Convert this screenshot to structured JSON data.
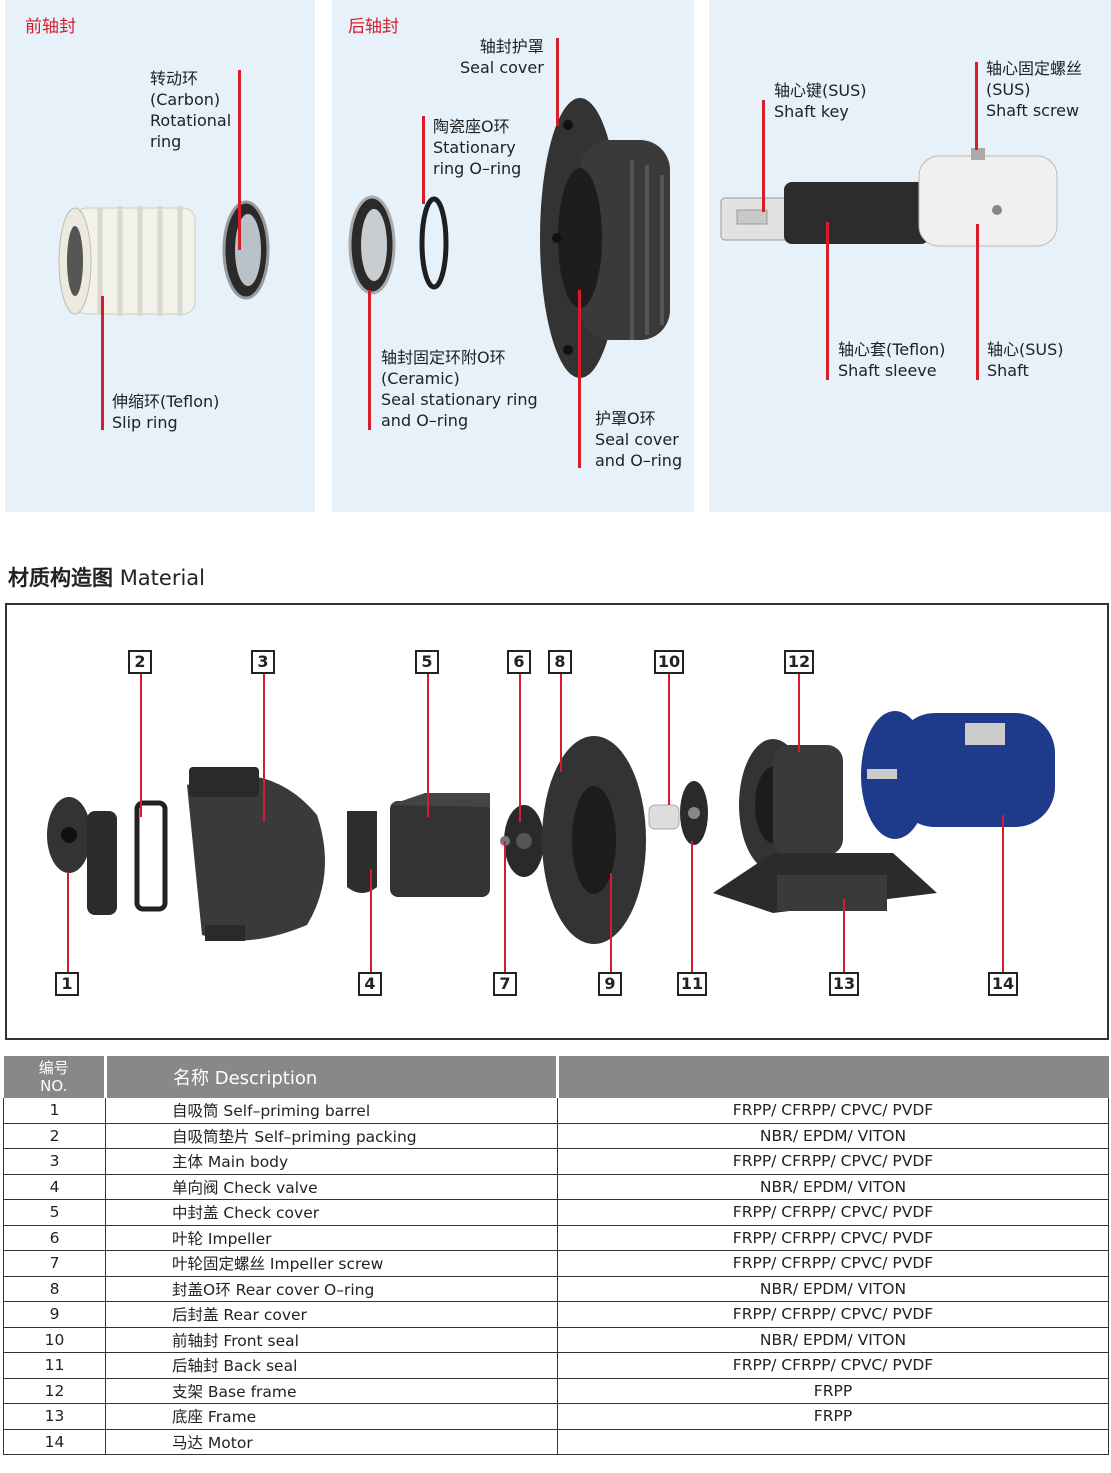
{
  "panels": {
    "front_seal": {
      "title": "前轴封",
      "labels": {
        "rotational": [
          "转动环",
          "(Carbon)",
          "Rotational",
          "ring"
        ],
        "slip": [
          "伸缩环(Teflon)",
          "Slip ring"
        ]
      }
    },
    "back_seal": {
      "title": "后轴封",
      "labels": {
        "seal_cover": [
          "轴封护罩",
          "Seal cover"
        ],
        "stationary_oring": [
          "陶瓷座O环",
          "Stationary",
          "ring O–ring"
        ],
        "seal_stationary": [
          "轴封固定环附O环",
          "(Ceramic)",
          "Seal stationary ring",
          "and O–ring"
        ],
        "cover_oring": [
          "护罩O环",
          "Seal cover",
          "and O–ring"
        ]
      }
    },
    "shaft": {
      "labels": {
        "shaft_key": [
          "轴心键(SUS)",
          "Shaft key"
        ],
        "shaft_screw": [
          "轴心固定螺丝",
          "(SUS)",
          "Shaft screw"
        ],
        "shaft_sleeve": [
          "轴心套(Teflon)",
          "Shaft sleeve"
        ],
        "shaft": [
          "轴心(SUS)",
          "Shaft"
        ]
      }
    }
  },
  "material_title": {
    "cn": "材质构造图",
    "en": "Material"
  },
  "diagram_numbers": [
    "1",
    "2",
    "3",
    "4",
    "5",
    "6",
    "7",
    "8",
    "9",
    "10",
    "11",
    "12",
    "13",
    "14"
  ],
  "table": {
    "headers": {
      "no_cn": "编号",
      "no_en": "NO.",
      "description": "名称 Description",
      "material": ""
    },
    "rows": [
      {
        "no": "1",
        "desc": "自吸筒 Self–priming barrel",
        "material": "FRPP/ CFRPP/ CPVC/ PVDF"
      },
      {
        "no": "2",
        "desc": "自吸筒垫片 Self–priming packing",
        "material": "NBR/ EPDM/ VITON"
      },
      {
        "no": "3",
        "desc": "主体 Main body",
        "material": "FRPP/ CFRPP/ CPVC/ PVDF"
      },
      {
        "no": "4",
        "desc": "单向阀 Check valve",
        "material": "NBR/ EPDM/ VITON"
      },
      {
        "no": "5",
        "desc": "中封盖 Check cover",
        "material": "FRPP/ CFRPP/ CPVC/ PVDF"
      },
      {
        "no": "6",
        "desc": "叶轮 Impeller",
        "material": "FRPP/ CFRPP/ CPVC/ PVDF"
      },
      {
        "no": "7",
        "desc": "叶轮固定螺丝 Impeller screw",
        "material": "FRPP/ CFRPP/ CPVC/ PVDF"
      },
      {
        "no": "8",
        "desc": "封盖O环 Rear cover O–ring",
        "material": "NBR/ EPDM/ VITON"
      },
      {
        "no": "9",
        "desc": "后封盖 Rear cover",
        "material": "FRPP/ CFRPP/ CPVC/ PVDF"
      },
      {
        "no": "10",
        "desc": "前轴封 Front seal",
        "material": "NBR/ EPDM/ VITON"
      },
      {
        "no": "11",
        "desc": "后轴封 Back seal",
        "material": "FRPP/ CFRPP/ CPVC/ PVDF"
      },
      {
        "no": "12",
        "desc": "支架 Base frame",
        "material": "FRPP"
      },
      {
        "no": "13",
        "desc": "底座 Frame",
        "material": "FRPP"
      },
      {
        "no": "14",
        "desc": "马达 Motor",
        "material": ""
      }
    ]
  },
  "colors": {
    "accent_red": "#d61e2a",
    "panel_bg": "#e6f1f9",
    "header_gray": "#888888",
    "part_dark": "#2e2e2e",
    "motor_blue": "#1f3a8a"
  }
}
